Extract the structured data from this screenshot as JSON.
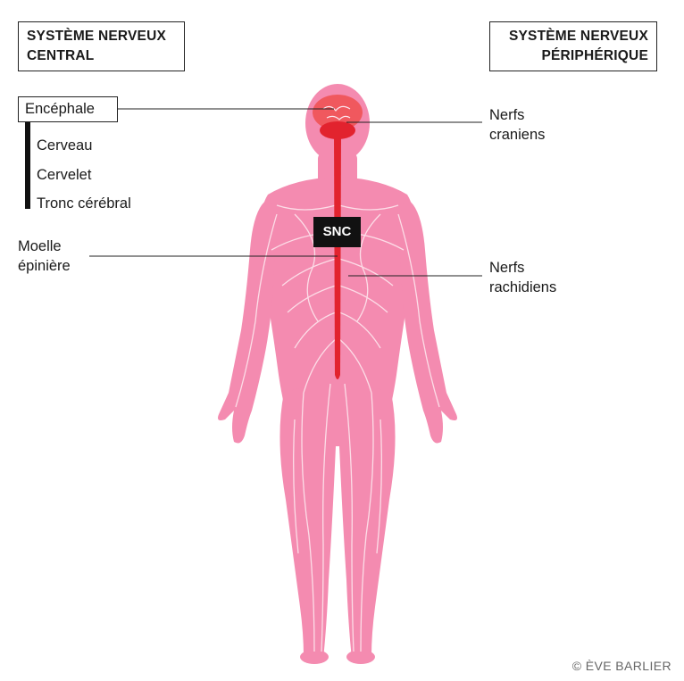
{
  "titles": {
    "central_line1": "SYSTÈME NERVEUX",
    "central_line2": "CENTRAL",
    "peripheral_line1": "SYSTÈME NERVEUX",
    "peripheral_line2": "PÉRIPHÉRIQUE"
  },
  "central": {
    "encephale": "Encéphale",
    "parts": [
      "Cerveau",
      "Cervelet",
      "Tronc cérébral"
    ],
    "moelle_line1": "Moelle",
    "moelle_line2": "épinière"
  },
  "peripheral": {
    "craniens_line1": "Nerfs",
    "craniens_line2": "craniens",
    "rachidiens_line1": "Nerfs",
    "rachidiens_line2": "rachidiens"
  },
  "badge": "SNC",
  "credit": "© ÈVE BARLIER",
  "colors": {
    "body": "#f48bb0",
    "body_shade": "#e8779f",
    "brain": "#f0585e",
    "spine": "#e2232e",
    "nerves": "#fde6ee",
    "badge_bg": "#111111"
  }
}
